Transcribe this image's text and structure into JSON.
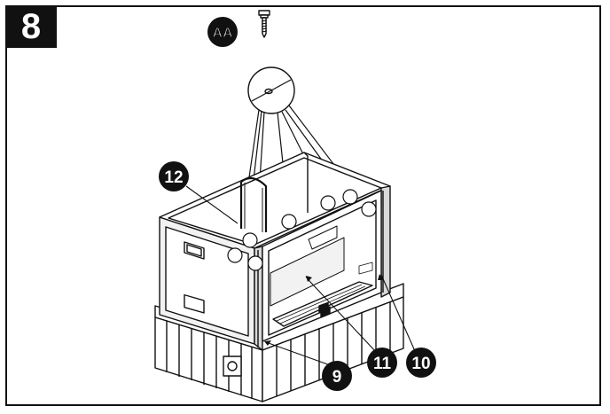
{
  "step_number": "8",
  "hardware_label": "AA",
  "callouts": {
    "c12": "12",
    "c9": "9",
    "c11": "11",
    "c10": "10"
  },
  "colors": {
    "ink": "#111111",
    "paper": "#ffffff",
    "panel": "#f2f2f2",
    "shade": "#d9d9d9"
  },
  "icons": [
    "screw-icon"
  ]
}
